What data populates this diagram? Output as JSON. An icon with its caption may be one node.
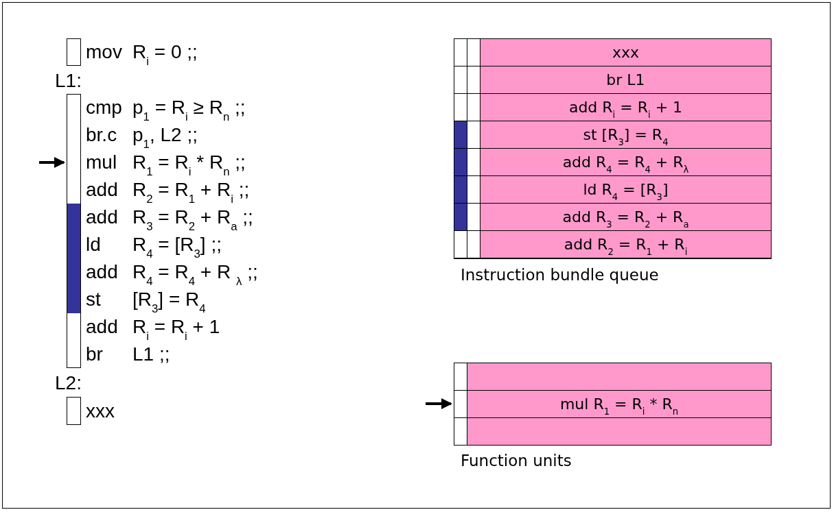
{
  "diagram": {
    "nodes": [
      {
        "text": [
          "mov R$_{i}$ = 0 ;;"
        ]
      },
      {
        "text": [
          "cmp p$_{1}$ = R$_{i}$ ≥ R$_{n}$ ;;"
        ]
      },
      {
        "text": [
          "br.c p$_{1}$, L2 ;;"
        ]
      },
      {
        "text": [
          "mul R$_{1}$ = R$_{i}$ * R$_{n}$ ;;"
        ]
      },
      {
        "text": [
          "add R$_{2}$ = R$_{1}$ + R$_{i}$ ;;"
        ]
      },
      {
        "text": [
          "add R$_{3}$ = R$_{2}$ + R$_{a}$ ;;"
        ]
      },
      {
        "text": [
          "ld R$_{4}$ = [R$_{3}$] ;;"
        ]
      },
      {
        "text": [
          "add R$_{4}$ = R$_{4}$ + R $_{λ}$ ;;"
        ]
      },
      {
        "text": [
          "st [R$_{3}$] = R$_{4}$"
        ]
      },
      {
        "text": [
          "add R$_{i}$ = R$_{i}$ + 1"
        ]
      },
      {
        "text": [
          "br L1 ;;"
        ]
      },
      {
        "text": [
          "xxx"
        ]
      },
      {
        "text": [],
        "shape": "box",
        "beside": [
          "Instruction bundle queue"
        ]
      },
      {
        "text": [
          "xxx"
        ],
        "in": 12
      },
      {
        "text": [
          "br L1"
        ],
        "in": 12
      },
      {
        "text": [
          "add R$_{i}$ = R$_{i}$ + 1"
        ],
        "in": 12
      },
      {
        "text": [
          "st [R$_{3}$] = R$_{4}$"
        ],
        "in": 12
      },
      {
        "text": [
          "add R$_{4}$ = R$_{4}$ + R$_{λ}$"
        ],
        "in": 12
      },
      {
        "text": [
          "ld R$_{4}$ = [R$_{3}$]"
        ],
        "in": 12
      },
      {
        "text": [
          "add R$_{3}$ = R$_{2}$ + R$_{a}$"
        ],
        "in": 12
      },
      {
        "text": [
          "add R$_{2}$ = R$_{1}$ + R$_{i}$"
        ],
        "in": 12
      },
      {
        "text": [],
        "shape": "box",
        "beside": [
          "Function units"
        ]
      },
      {
        "text": [],
        "shape": "box",
        "in": 21
      },
      {
        "text": [
          "mul R$_{1}$ = R$_{i}$ * R$_{n}$"
        ],
        "in": 21
      },
      {
        "text": [],
        "shape": "box",
        "in": 21
      }
    ],
    "edges": [
      {
        "from": null,
        "to": 3,
        "arrow": "to"
      },
      {
        "from": null,
        "to": 23,
        "arrow": "to"
      }
    ],
    "labels": [
      "L1:",
      "L2:"
    ]
  }
}
